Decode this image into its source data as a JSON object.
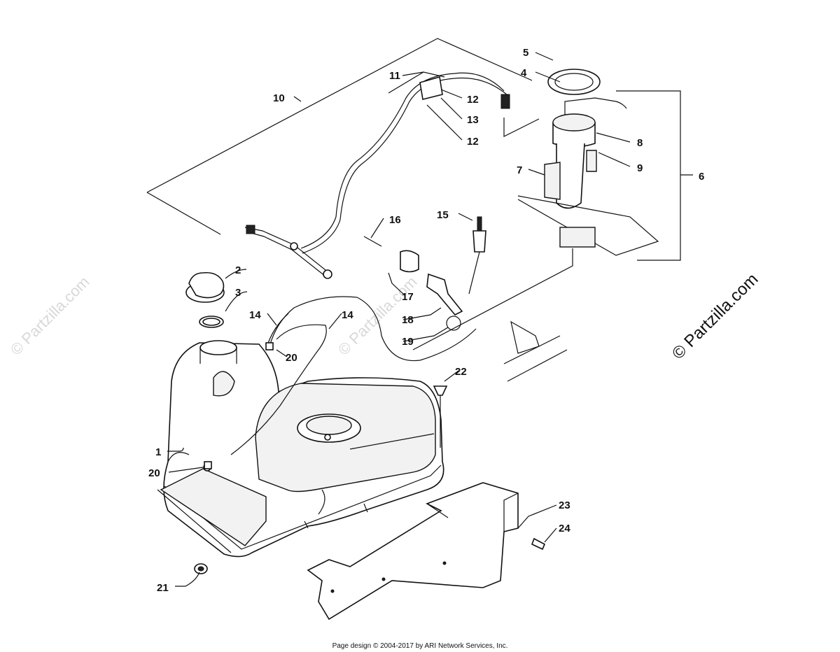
{
  "watermark": "© Partzilla.com",
  "footer": "Page design © 2004-2017 by ARI Network Services, Inc.",
  "callouts": {
    "c1": "1",
    "c2": "2",
    "c3": "3",
    "c4": "4",
    "c5": "5",
    "c6": "6",
    "c7": "7",
    "c8": "8",
    "c9": "9",
    "c10": "10",
    "c11": "11",
    "c12a": "12",
    "c12b": "12",
    "c13": "13",
    "c14a": "14",
    "c14b": "14",
    "c15": "15",
    "c16": "16",
    "c17": "17",
    "c18": "18",
    "c19": "19",
    "c20a": "20",
    "c20b": "20",
    "c21": "21",
    "c22": "22",
    "c23": "23",
    "c24": "24"
  }
}
